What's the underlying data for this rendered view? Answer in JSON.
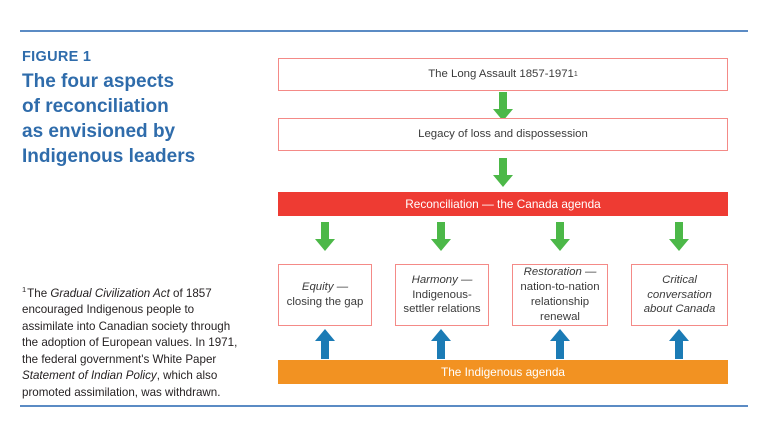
{
  "figure": {
    "label": "FIGURE 1",
    "title": "The four aspects of reconciliation as envisioned by Indigenous leaders",
    "title_lines": [
      "The four aspects",
      "of reconciliation",
      "as envisioned by",
      "Indigenous leaders"
    ],
    "accent_color": "#2f6cab"
  },
  "footnote": {
    "marker": "1",
    "part1": "The ",
    "italic1": "Gradual Civilization Act",
    "part2": " of 1857 encouraged Indigenous people to assimilate into Canadian society through the adoption of European values. In 1971, the federal government's White Paper ",
    "italic2": "Statement of Indian Policy",
    "part3": ", which also promoted assimilation, was withdrawn."
  },
  "diagram": {
    "top_boxes": [
      {
        "name": "long-assault",
        "text": "The Long Assault 1857-1971",
        "superscript": "1"
      },
      {
        "name": "legacy",
        "text": "Legacy of loss and dispossession",
        "superscript": ""
      }
    ],
    "canada_bar": {
      "text": "Reconciliation  —  the Canada agenda",
      "color": "#ee3b33"
    },
    "indigenous_bar": {
      "text": "The Indigenous agenda",
      "color": "#f29222"
    },
    "aspects": [
      {
        "name": "equity",
        "italic_head": "Equity —",
        "body": "closing the gap",
        "all_italic": false
      },
      {
        "name": "harmony",
        "italic_head": "Harmony —",
        "body": "Indigenous-settler relations",
        "all_italic": false
      },
      {
        "name": "restoration",
        "italic_head": "Restoration —",
        "body": "nation-to-nation relationship renewal",
        "all_italic": false
      },
      {
        "name": "critical-conversation",
        "italic_head": "Critical conversation about Canada",
        "body": "",
        "all_italic": true
      }
    ],
    "arrow_colors": {
      "down": "#4cb848",
      "up": "#1b7bb5"
    },
    "box_border_color": "#f48a87"
  },
  "rules": {
    "color": "#5b8bc4"
  }
}
